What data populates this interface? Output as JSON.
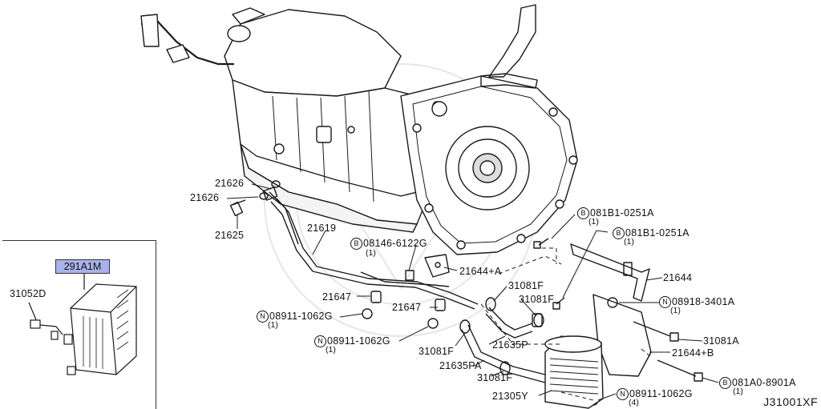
{
  "figure_id": "J31001XF",
  "symbols": {
    "N": "N",
    "B": "B"
  },
  "labels": {
    "l21626a": "21626",
    "l21626b": "21626",
    "l21625": "21625",
    "l21619": "21619",
    "b08146": "08146-6122G",
    "b08146_qty": "(1)",
    "l21644a": "21644+A",
    "b081b1a": "081B1-0251A",
    "b081b1a_qty": "(1)",
    "b081b1b": "081B1-0251A",
    "b081b1b_qty": "(1)",
    "l21644": "21644",
    "n08918": "08918-3401A",
    "n08918_qty": "(1)",
    "l21647a": "21647",
    "l21647b": "21647",
    "n08911a": "08911-1062G",
    "n08911a_qty": "(1)",
    "n08911b": "08911-1062G",
    "n08911b_qty": "(1)",
    "l31081f_a": "31081F",
    "l31081f_b": "31081F",
    "l31081f_c": "31081F",
    "l31081f_d": "31081F",
    "l21635p": "21635P",
    "l21635pa": "21635PA",
    "l31081a": "31081A",
    "l21644b": "21644+B",
    "b081a0": "081A0-8901A",
    "b081a0_qty": "(1)",
    "l21305y": "21305Y",
    "n08911c": "08911-1062G",
    "n08911c_qty": "(4)",
    "l291a1m": "291A1M",
    "l31052d": "31052D"
  },
  "highlight_color": "#a9b2ea",
  "line_color": "#1a1a1a"
}
